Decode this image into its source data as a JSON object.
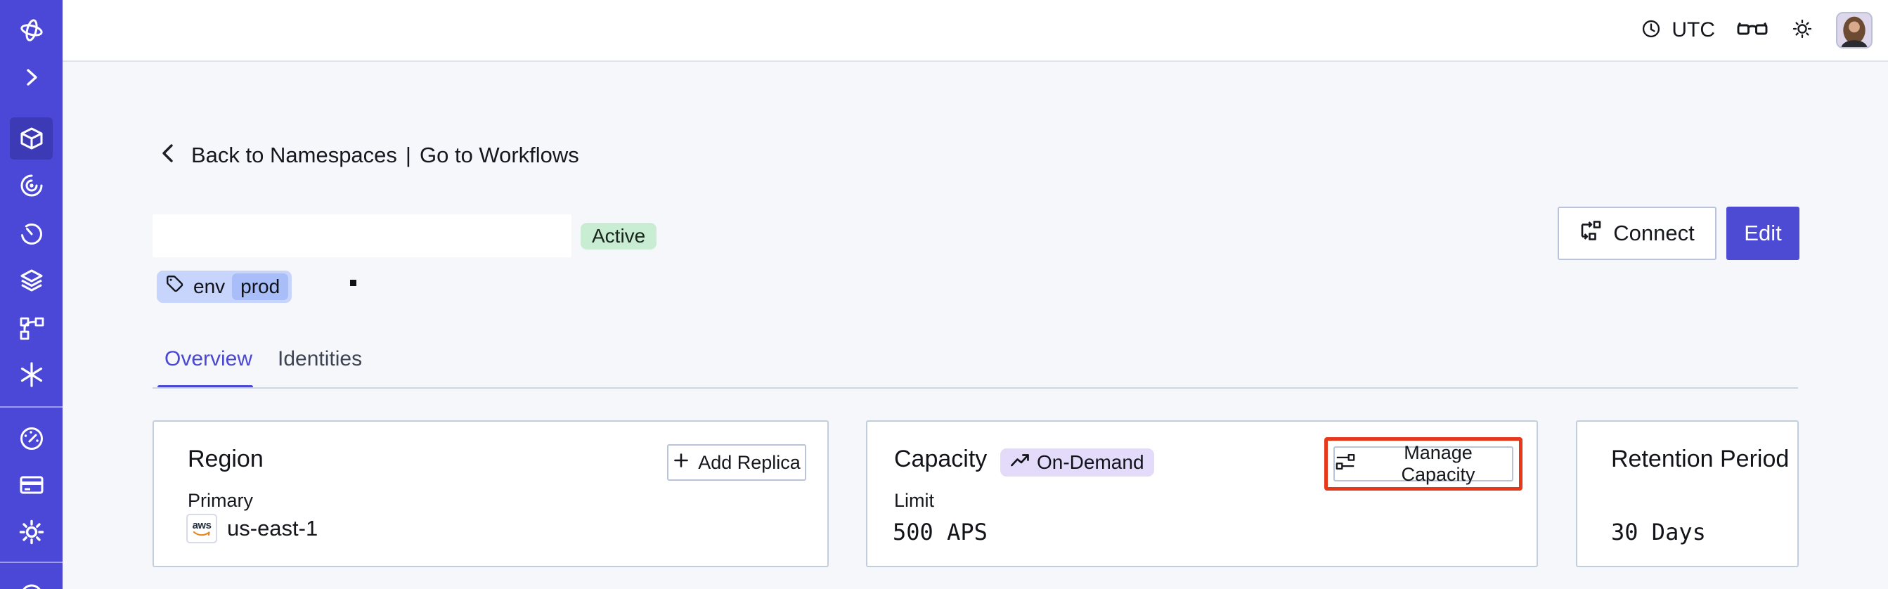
{
  "colors": {
    "sidebar_bg": "#4b48d8",
    "sidebar_active_bg": "#3d3ab5",
    "accent_indigo": "#4a47d3",
    "edit_button_bg": "#4d4ad4",
    "active_badge_bg": "#c8edd3",
    "tag_chip_bg": "#c7d4fb",
    "tag_value_bg": "#a9bdf8",
    "on_demand_badge_bg": "#e4daf9",
    "highlight_red": "#e6391c",
    "card_border": "#c3cde0",
    "content_bg": "#f6f7fa"
  },
  "sidebar": {
    "icons": [
      "temporal-logo",
      "expand-chevron",
      "namespaces-cube (active)",
      "workflows-spiral",
      "schedules-timer",
      "deployments-layers",
      "worker-branch",
      "nexus-asterisk",
      "usage-gauge",
      "billing-card",
      "settings-gear",
      "support-partial"
    ]
  },
  "topbar": {
    "timezone": "UTC",
    "icons": [
      "clock-icon",
      "glasses-icon",
      "theme-sun-icon",
      "user-avatar"
    ]
  },
  "breadcrumb": {
    "back_label": "Back to Namespaces",
    "separator": "|",
    "workflows_label": "Go to Workflows"
  },
  "namespace": {
    "status_badge": "Active",
    "tag_key": "env",
    "tag_value": "prod",
    "connect_label": "Connect",
    "edit_label": "Edit"
  },
  "tabs": {
    "overview": "Overview",
    "identities": "Identities"
  },
  "cards": {
    "region": {
      "title": "Region",
      "add_replica_label": "Add Replica",
      "primary_label": "Primary",
      "provider_label": "aws",
      "region_value": "us-east-1"
    },
    "capacity": {
      "title": "Capacity",
      "badge": "On-Demand",
      "limit_label": "Limit",
      "limit_value": "500 APS",
      "manage_label": "Manage Capacity"
    },
    "retention": {
      "title": "Retention Period",
      "value": "30 Days"
    }
  }
}
